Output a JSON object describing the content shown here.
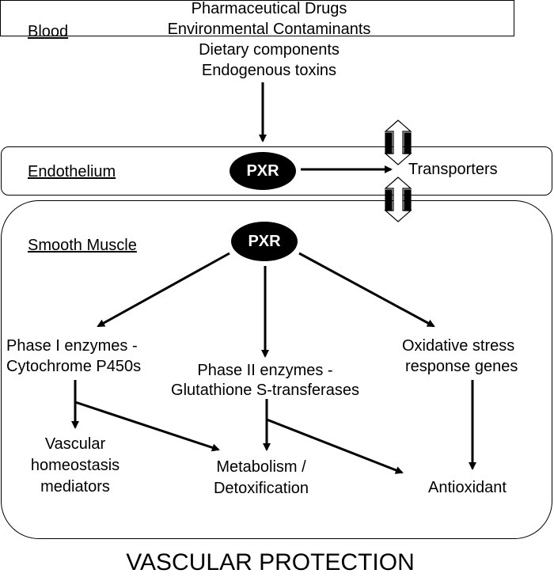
{
  "labels": {
    "blood": "Blood",
    "endothelium": "Endothelium",
    "smooth_muscle": "Smooth Muscle"
  },
  "inputs": [
    "Pharmaceutical Drugs",
    "Environmental Contaminants",
    "Dietary components",
    "Endogenous toxins"
  ],
  "pxr": {
    "endothelium": "PXR",
    "smooth_muscle": "PXR"
  },
  "transporters": "Transporters",
  "phase1": [
    "Phase I enzymes -",
    "Cytochrome P450s"
  ],
  "phase2": [
    "Phase II enzymes -",
    "Glutathione S-transferases"
  ],
  "oxidative": [
    "Oxidative stress",
    "response genes"
  ],
  "vascular_mediators": [
    "Vascular",
    "homeostasis",
    "mediators"
  ],
  "metabolism": [
    "Metabolism /",
    "Detoxification"
  ],
  "antioxidant": "Antioxidant",
  "footer": "VASCULAR PROTECTION"
}
